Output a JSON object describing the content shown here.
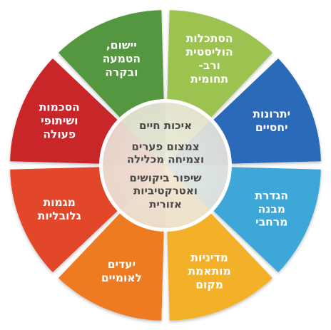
{
  "wheel": {
    "segments": [
      {
        "key": "holistic",
        "lines": [
          "הסתכלות",
          "הוליסטית",
          "ורב-",
          "תחומית"
        ],
        "color": "#9cc250"
      },
      {
        "key": "relative-advantages",
        "lines": [
          "יתרונות",
          "יחסיים"
        ],
        "color": "#2c6bb8"
      },
      {
        "key": "spatial-structure",
        "lines": [
          "הגדרת",
          "מבנה",
          "מרחבי"
        ],
        "color": "#3ea8d8"
      },
      {
        "key": "adapted-policies",
        "lines": [
          "מדיניות",
          "מותאמת",
          "מקום"
        ],
        "color": "#f3b12c"
      },
      {
        "key": "national-goals",
        "lines": [
          "יעדים",
          "לאומיים"
        ],
        "color": "#ee7a23"
      },
      {
        "key": "global-trends",
        "lines": [
          "מגמות",
          "גלובליות"
        ],
        "color": "#e2472a"
      },
      {
        "key": "agreements",
        "lines": [
          "הסכמות",
          "ושיתופי",
          "פעולה"
        ],
        "color": "#c9262c"
      },
      {
        "key": "implementation",
        "lines": [
          "יישום,",
          "הטמעה",
          "ובקרה"
        ],
        "color": "#54973f"
      }
    ],
    "core": [
      {
        "key": "quality-of-life",
        "lines": [
          "איכות חיים"
        ]
      },
      {
        "key": "reduce-gaps",
        "lines": [
          "צמצום פערים",
          "וצמיחה מכלילה"
        ]
      },
      {
        "key": "regional-attractiveness",
        "lines": [
          "שיפור ביקושים",
          "ואטרקטיביות",
          "אזורית"
        ]
      }
    ]
  }
}
